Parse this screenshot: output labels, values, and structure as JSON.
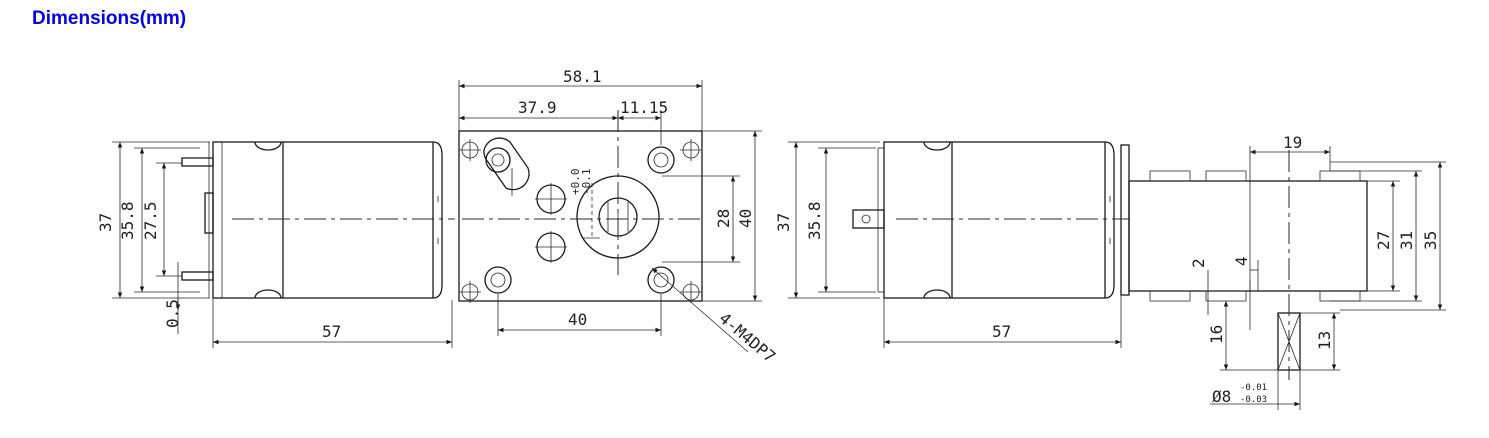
{
  "heading": {
    "text": "Dimensions(mm)",
    "color": "#0000ee"
  },
  "left_view": {
    "dims": {
      "total_height": "37",
      "body_height": "35.8",
      "inner_height": "27.5",
      "offset": "0.5",
      "motor_length": "57"
    }
  },
  "gearbox_view": {
    "dims": {
      "total_width": "58.1",
      "offset_width": "37.9",
      "shaft_offset": "11.15",
      "height_inner": "28",
      "height_outer": "40",
      "hole_spacing": "40",
      "hole_spec": "4-M4DP7",
      "tol_upper": "+0.0",
      "tol_lower": "-0.1"
    }
  },
  "right_view": {
    "dims": {
      "total_height": "37",
      "body_height": "35.8",
      "motor_length": "57",
      "gear_width": "19",
      "h27": "27",
      "h31": "31",
      "h35": "35",
      "d2": "2",
      "d4": "4",
      "d16": "16",
      "d13": "13",
      "shaft_dia": "Ø8",
      "shaft_tol_upper": "-0.01",
      "shaft_tol_lower": "-0.03"
    }
  }
}
